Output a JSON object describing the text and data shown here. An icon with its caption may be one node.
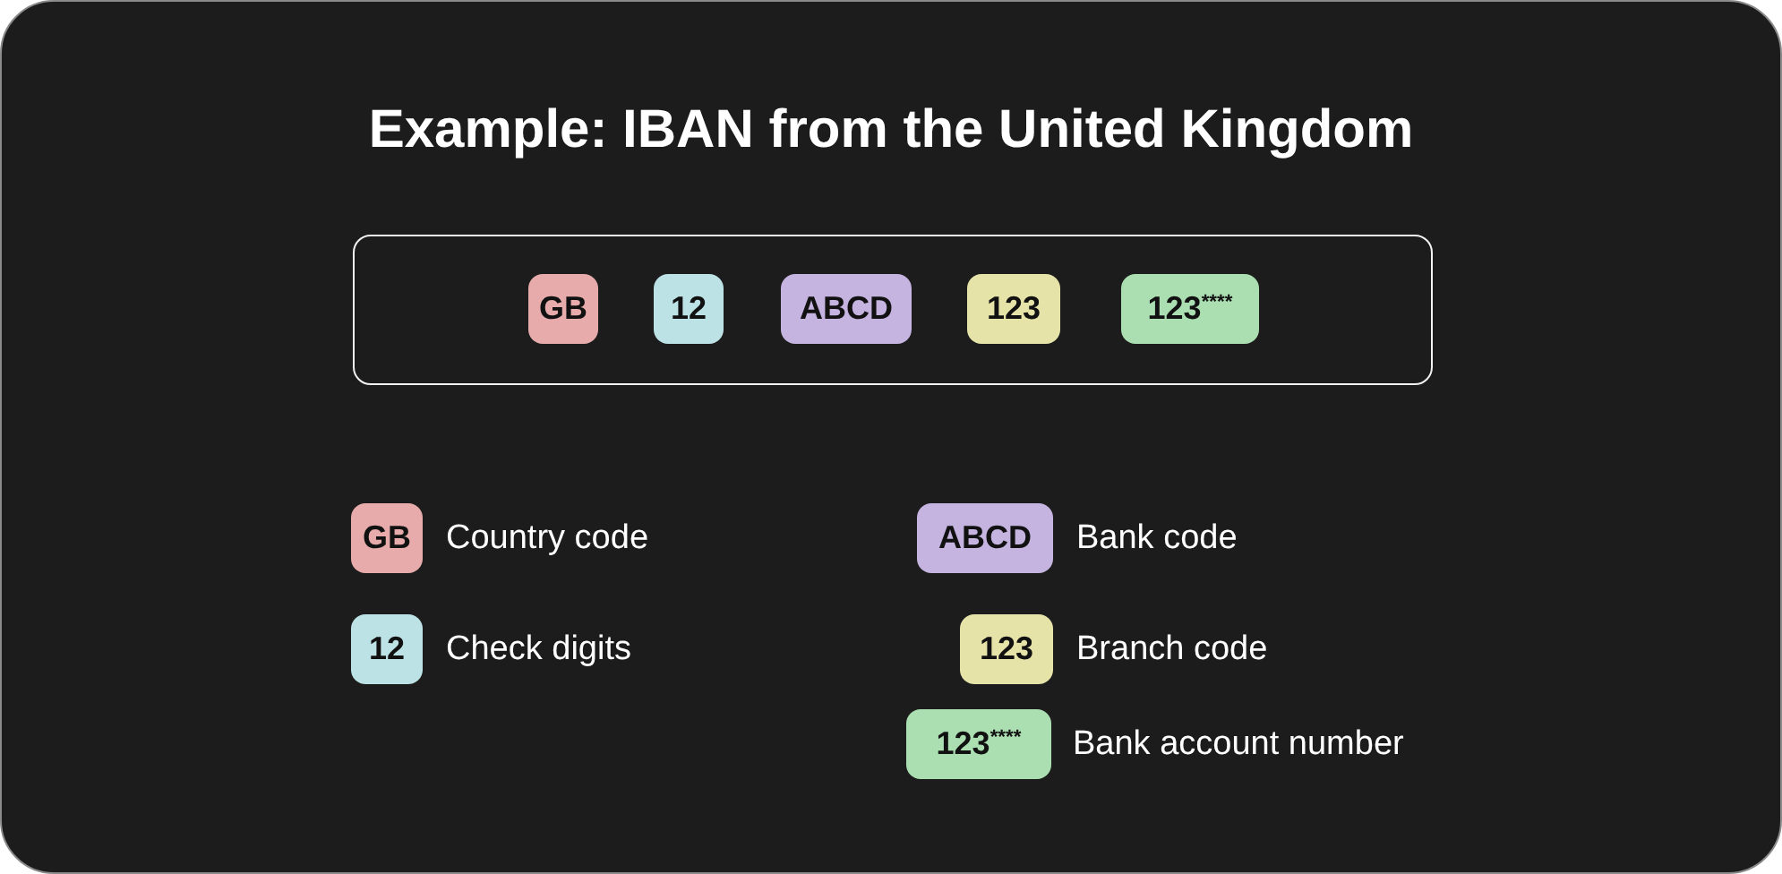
{
  "diagram": {
    "title": "Example: IBAN from the United Kingdom",
    "nodes": [
      {
        "text": [],
        "shape": "box"
      },
      {
        "text": [
          "GB"
        ],
        "in": 0
      },
      {
        "text": [
          "12"
        ],
        "in": 0
      },
      {
        "text": [
          "ABCD"
        ],
        "in": 0
      },
      {
        "text": [
          "123"
        ],
        "in": 0
      },
      {
        "text": [
          "123$^{****}$"
        ],
        "in": 0
      },
      {
        "text": [
          "GB"
        ],
        "beside": [
          "Country code"
        ]
      },
      {
        "text": [
          "ABCD"
        ],
        "beside": [
          "Bank code"
        ]
      },
      {
        "text": [
          "12"
        ],
        "beside": [
          "Check digits"
        ]
      },
      {
        "text": [
          "123"
        ],
        "beside": [
          "Branch code"
        ]
      },
      {
        "text": [
          "123$^{****}$"
        ],
        "beside": [
          "Bank account number"
        ]
      }
    ]
  }
}
